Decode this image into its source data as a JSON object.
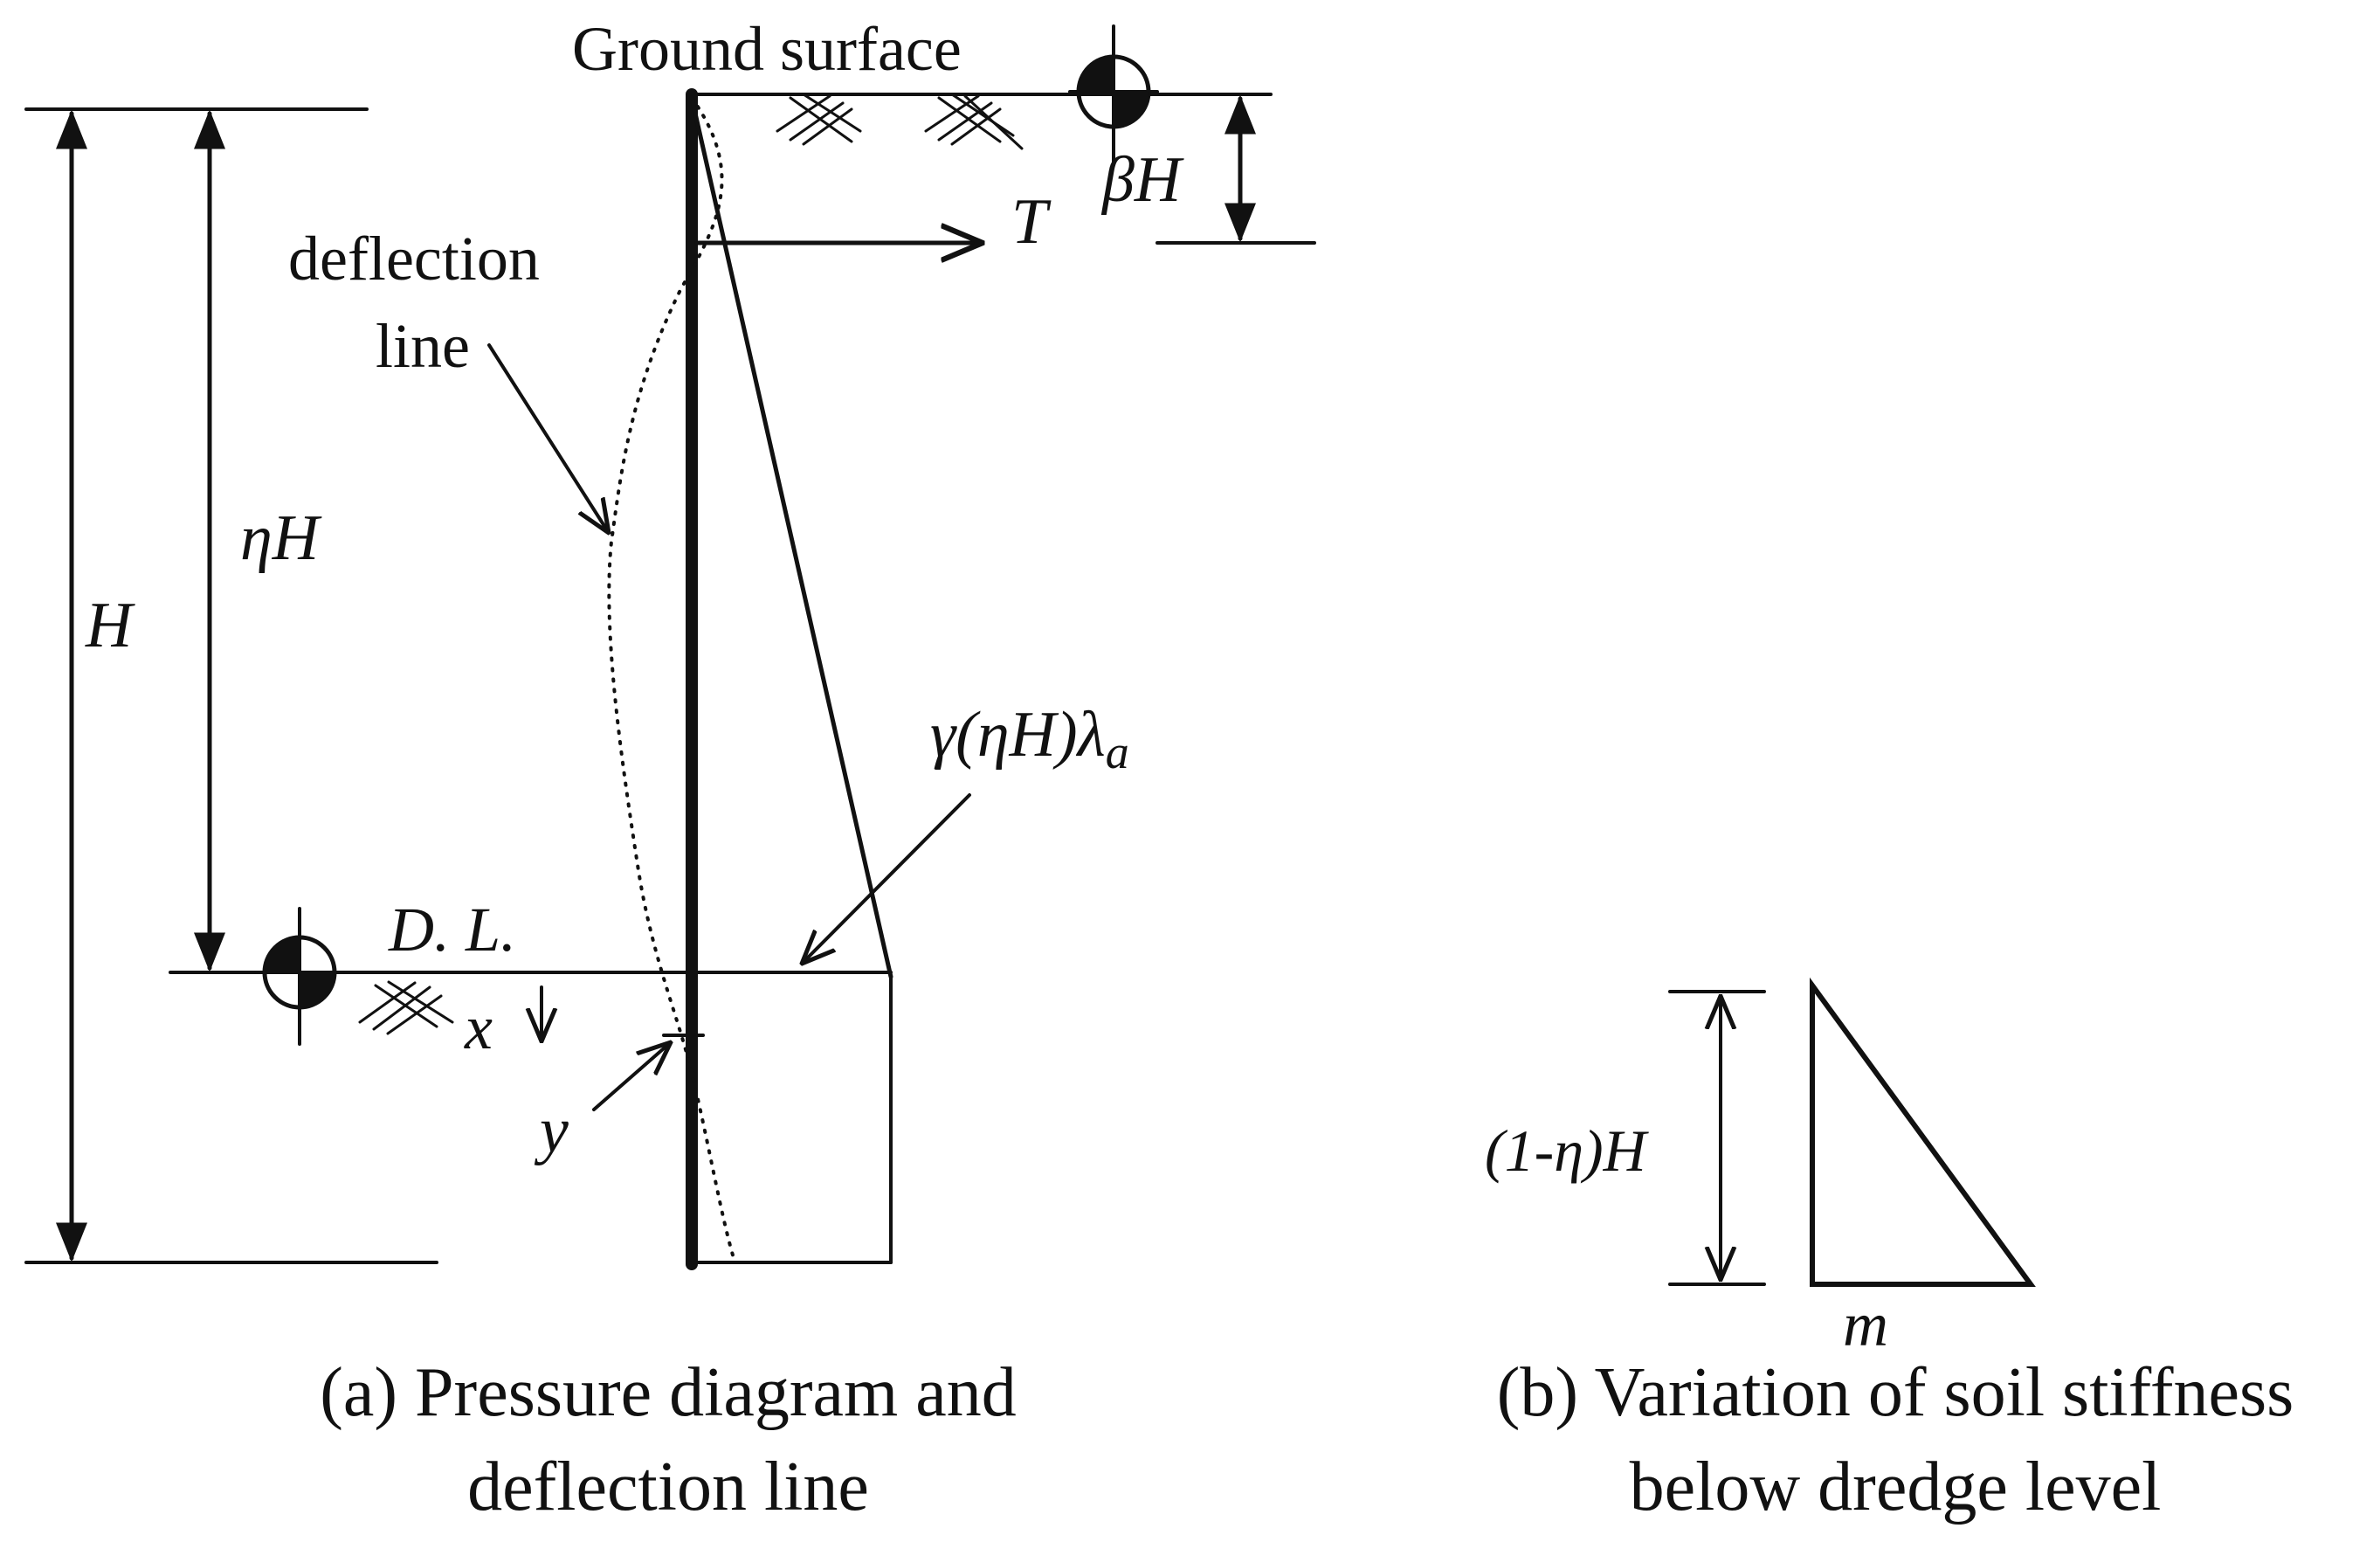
{
  "labels": {
    "ground_surface": "Ground surface",
    "deflection_line_1": "deflection",
    "deflection_line_2": "line",
    "eta_h": "ηH",
    "h": "H",
    "beta_h": "βH",
    "t": "T",
    "gamma": "γ",
    "paren_open": "(",
    "eta_h_inner": "ηH",
    "paren_close": ")",
    "lambda": "λ",
    "lambda_sub": "a",
    "dredge_level": "D. L.",
    "x": "x",
    "y": "y",
    "one_minus_eta_h": "(1-η)H",
    "m": "m"
  },
  "captions": {
    "a_line1": "(a) Pressure diagram and",
    "a_line2": "deflection line",
    "b_line1": "(b) Variation of soil stiffness",
    "b_line2": "below dredge level"
  },
  "colors": {
    "ink": "#111111",
    "background": "#ffffff"
  }
}
